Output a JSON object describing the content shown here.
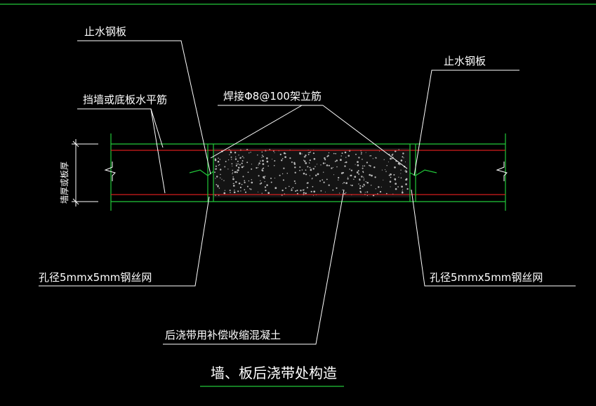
{
  "colors": {
    "background": "#000000",
    "structure_line": "#22c83a",
    "rebar_line": "#d21e1e",
    "leader_line": "#ffffff",
    "concrete_dots": "#bdbdbd"
  },
  "labels": {
    "waterstop_left": "止水钢板",
    "waterstop_right": "止水钢板",
    "horizontal_rebar": "挡墙或底板水平筋",
    "welded_rebar": "焊接Φ8@100架立筋",
    "thickness": "墙厚或板厚",
    "mesh_left": "孔径5mmx5mm钢丝网",
    "mesh_right": "孔径5mmx5mm钢丝网",
    "concrete": "后浇带用补偿收缩混凝土",
    "title": "墙、板后浇带处构造"
  }
}
